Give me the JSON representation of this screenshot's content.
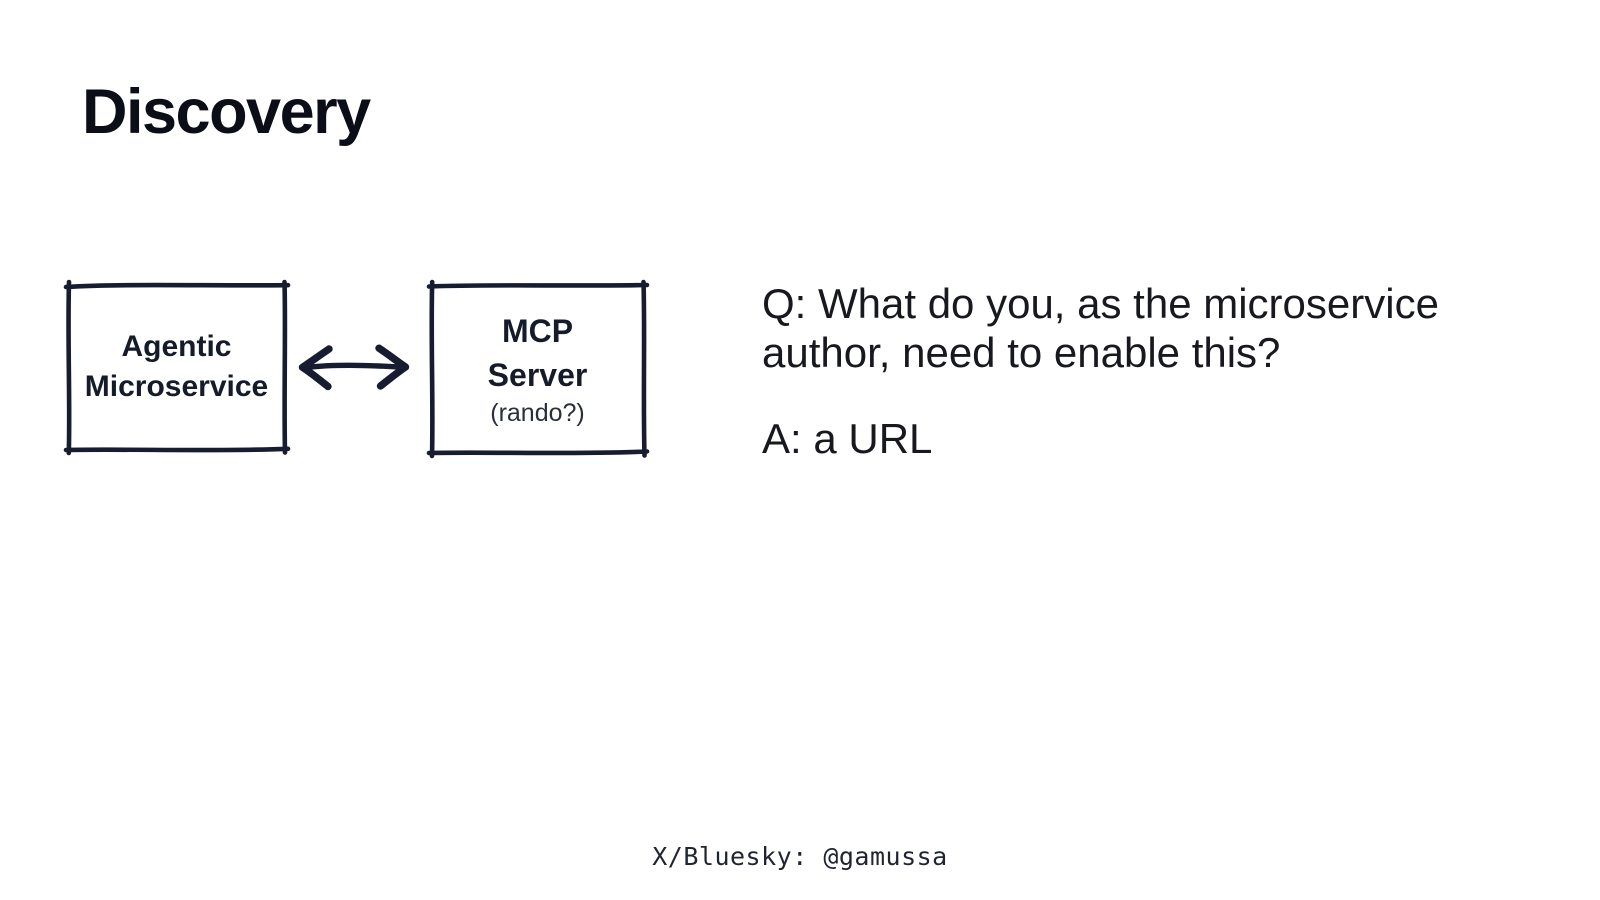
{
  "slide": {
    "title": "Discovery",
    "footer": "X/Bluesky: @gamussa"
  },
  "diagram": {
    "left_box": {
      "label_lines": [
        "Agentic",
        "Microservice"
      ]
    },
    "arrow": "double-headed-arrow",
    "right_box": {
      "title_lines": [
        "MCP",
        "Server"
      ],
      "subtitle": "(rando?)"
    }
  },
  "qa": {
    "question_lines": [
      "Q: What do you, as the microservice",
      "author, need to enable this?"
    ],
    "answer": "A: a URL"
  },
  "colors": {
    "ink": "#171c30",
    "text": "#17191f",
    "background": "#ffffff"
  }
}
